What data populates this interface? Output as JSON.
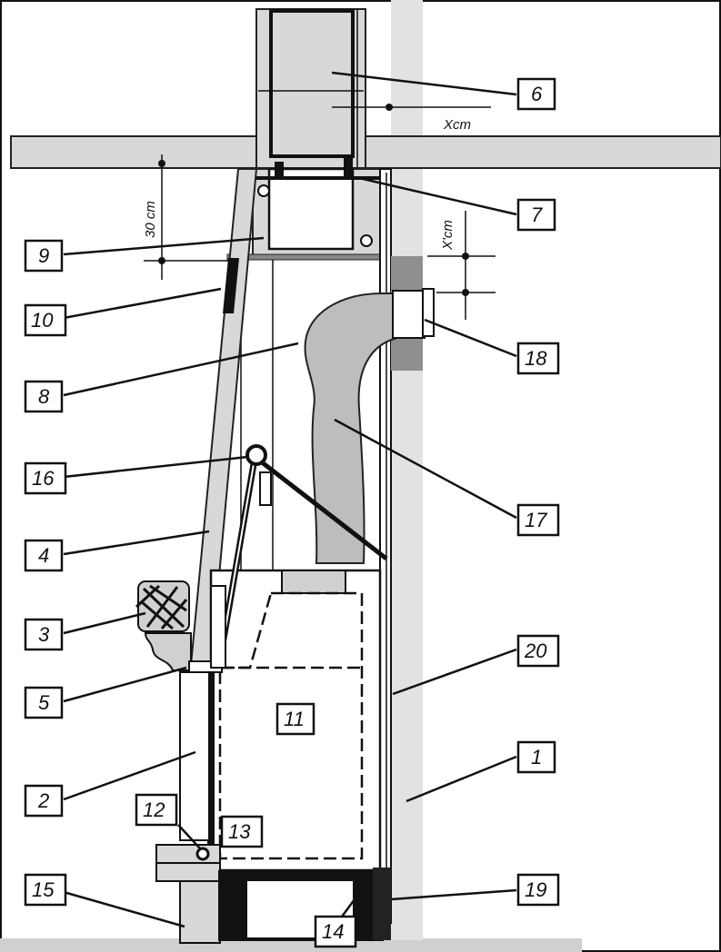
{
  "callouts": [
    {
      "id": "c1",
      "label": "1"
    },
    {
      "id": "c2",
      "label": "2"
    },
    {
      "id": "c3",
      "label": "3"
    },
    {
      "id": "c4",
      "label": "4"
    },
    {
      "id": "c5",
      "label": "5"
    },
    {
      "id": "c6",
      "label": "6"
    },
    {
      "id": "c7",
      "label": "7"
    },
    {
      "id": "c8",
      "label": "8"
    },
    {
      "id": "c9",
      "label": "9"
    },
    {
      "id": "c10",
      "label": "10"
    },
    {
      "id": "c11",
      "label": "11"
    },
    {
      "id": "c12",
      "label": "12"
    },
    {
      "id": "c13",
      "label": "13"
    },
    {
      "id": "c14",
      "label": "14"
    },
    {
      "id": "c15",
      "label": "15"
    },
    {
      "id": "c16",
      "label": "16"
    },
    {
      "id": "c17",
      "label": "17"
    },
    {
      "id": "c18",
      "label": "18"
    },
    {
      "id": "c19",
      "label": "19"
    },
    {
      "id": "c20",
      "label": "20"
    }
  ],
  "dimensions": {
    "xcm": "Xcm",
    "x_prime_cm": "X'cm",
    "thirty_cm": "30 cm"
  },
  "colors": {
    "fill_gray": "#d8d8d8",
    "wall_gray": "#e2e2e2",
    "insulation_gray": "#bdbdbd",
    "dark_patch": "#8f8f8f",
    "ink": "#111111"
  }
}
